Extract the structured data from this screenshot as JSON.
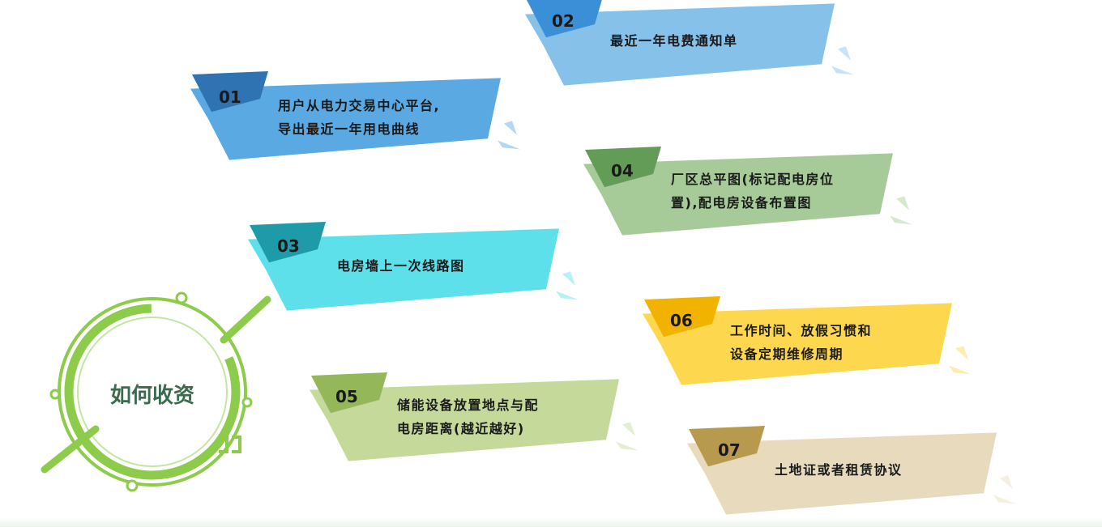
{
  "center": {
    "label": "如何收资",
    "ring_color": "#8ccc4a"
  },
  "steps": [
    {
      "num": "01",
      "lines": [
        "用户从电力交易中心平台,",
        "导出最近一年用电曲线"
      ],
      "color": "#5aa9e2",
      "tab_color": "#2f73b3"
    },
    {
      "num": "02",
      "lines": [
        "最近一年电费通知单"
      ],
      "color": "#86c1ea",
      "tab_color": "#3b8fd6"
    },
    {
      "num": "03",
      "lines": [
        "电房墙上一次线路图"
      ],
      "color": "#5de0ea",
      "tab_color": "#1f9aa8"
    },
    {
      "num": "04",
      "lines": [
        "厂区总平图(标记配电房位",
        "置),配电房设备布置图"
      ],
      "color": "#a6cb98",
      "tab_color": "#629c57"
    },
    {
      "num": "05",
      "lines": [
        "储能设备放置地点与配",
        "电房距离(越近越好)"
      ],
      "color": "#c4d99a",
      "tab_color": "#94b75a"
    },
    {
      "num": "06",
      "lines": [
        "工作时间、放假习惯和",
        "设备定期维修周期"
      ],
      "color": "#fdd84f",
      "tab_color": "#f2b300"
    },
    {
      "num": "07",
      "lines": [
        "土地证或者租赁协议"
      ],
      "color": "#e8dbbd",
      "tab_color": "#b89a4e"
    }
  ]
}
